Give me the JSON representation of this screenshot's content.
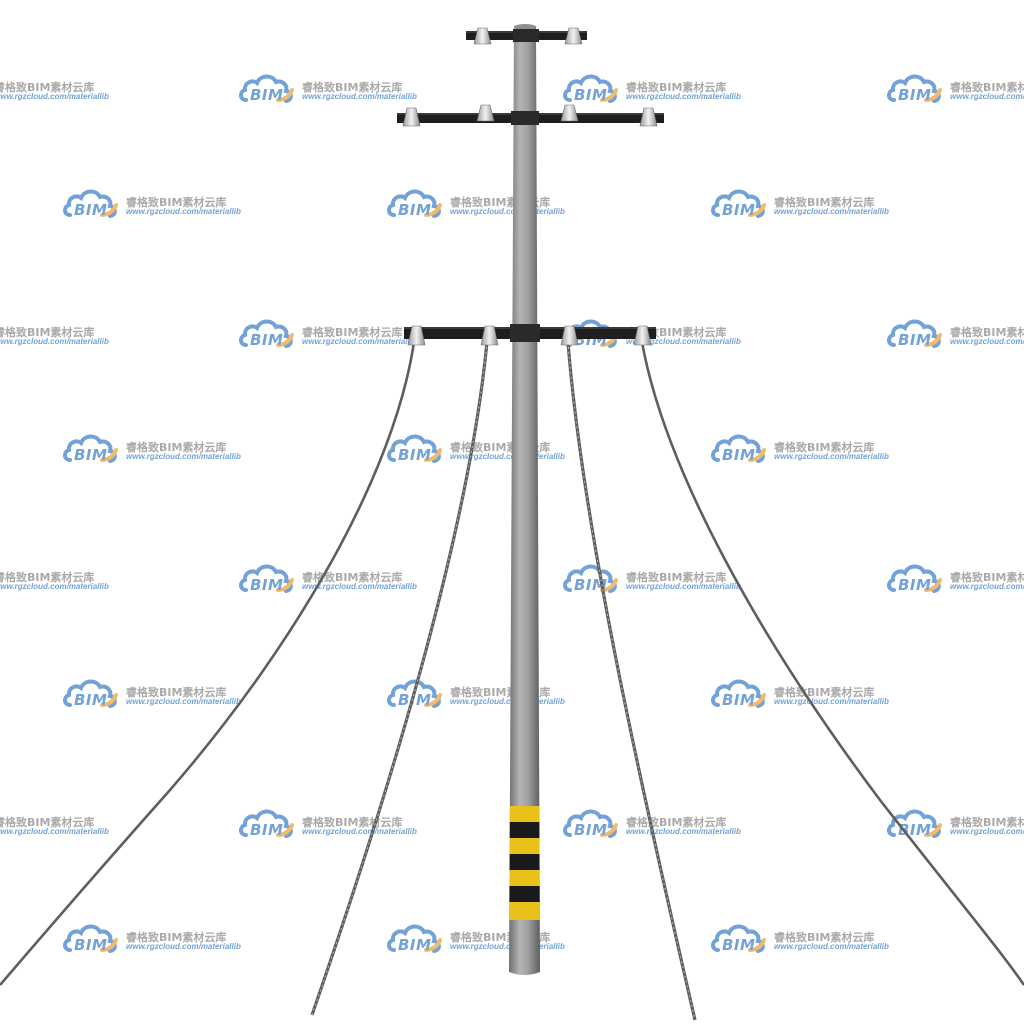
{
  "scene": {
    "subject": "utility-pole-with-power-lines",
    "colors": {
      "background": "#ffffff",
      "pole": "#9a9a9a",
      "crossarm": "#1e1e1e",
      "insulator": "#d8d8d8",
      "wire": "#6a6a6a",
      "hazard_yellow": "#e8c21a",
      "hazard_black": "#1a1a1a",
      "watermark_blue": "#3d7fc9",
      "watermark_orange": "#f0a030",
      "watermark_gray": "#8a8a8a"
    }
  },
  "watermark": {
    "logo_text": "BIM",
    "name": "睿格致BIM素材云库",
    "url": "www.rgzcloud.com/materiallib",
    "icon": "cloud-logo-icon"
  }
}
